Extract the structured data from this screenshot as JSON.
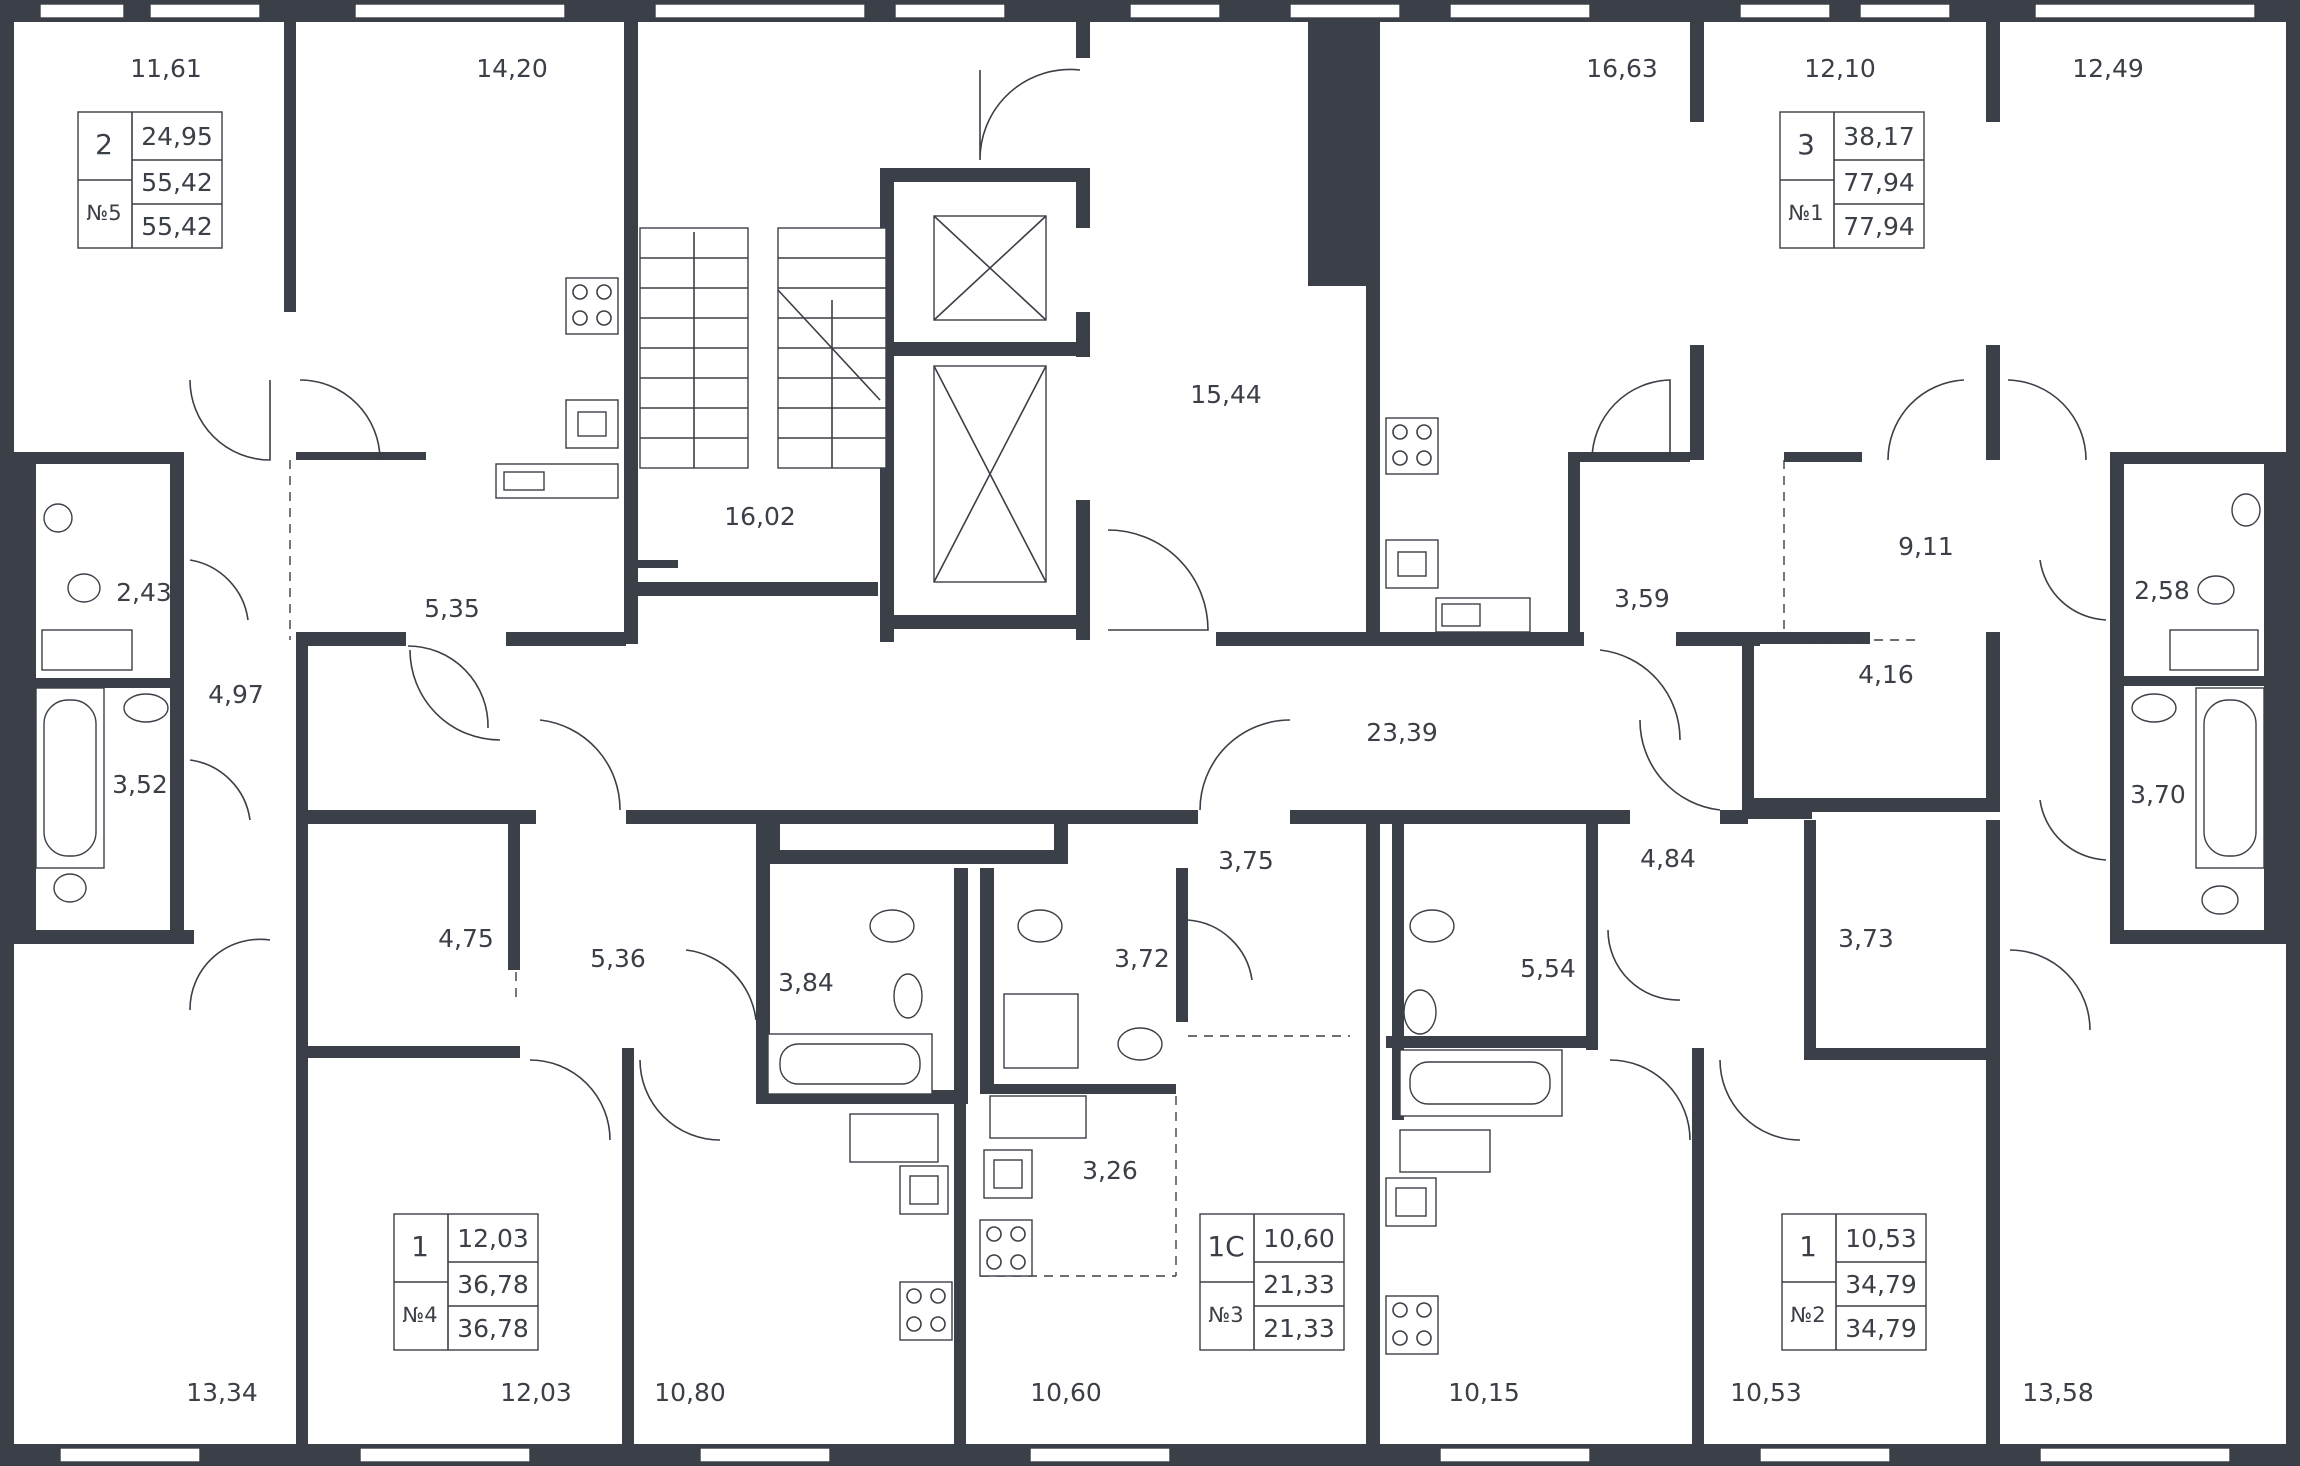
{
  "rooms": [
    {
      "id": "r1",
      "area": "11,61"
    },
    {
      "id": "r2",
      "area": "14,20"
    },
    {
      "id": "r3",
      "area": "16,02"
    },
    {
      "id": "r4",
      "area": "15,44"
    },
    {
      "id": "r5",
      "area": "16,63"
    },
    {
      "id": "r6",
      "area": "12,10"
    },
    {
      "id": "r7",
      "area": "12,49"
    },
    {
      "id": "r8",
      "area": "2,43"
    },
    {
      "id": "r9",
      "area": "5,35"
    },
    {
      "id": "r10",
      "area": "3,59"
    },
    {
      "id": "r11",
      "area": "9,11"
    },
    {
      "id": "r12",
      "area": "2,58"
    },
    {
      "id": "r13",
      "area": "4,97"
    },
    {
      "id": "r14",
      "area": "3,52"
    },
    {
      "id": "r15",
      "area": "23,39"
    },
    {
      "id": "r16",
      "area": "4,16"
    },
    {
      "id": "r17",
      "area": "3,70"
    },
    {
      "id": "r18",
      "area": "4,75"
    },
    {
      "id": "r19",
      "area": "5,36"
    },
    {
      "id": "r20",
      "area": "3,84"
    },
    {
      "id": "r21",
      "area": "3,72"
    },
    {
      "id": "r22",
      "area": "3,75"
    },
    {
      "id": "r23",
      "area": "4,84"
    },
    {
      "id": "r24",
      "area": "5,54"
    },
    {
      "id": "r25",
      "area": "3,73"
    },
    {
      "id": "r26",
      "area": "3,26"
    },
    {
      "id": "r27",
      "area": "13,34"
    },
    {
      "id": "r28",
      "area": "12,03"
    },
    {
      "id": "r29",
      "area": "10,80"
    },
    {
      "id": "r30",
      "area": "10,60"
    },
    {
      "id": "r31",
      "area": "10,15"
    },
    {
      "id": "r32",
      "area": "10,53"
    },
    {
      "id": "r33",
      "area": "13,58"
    }
  ],
  "apartments": [
    {
      "rooms": "2",
      "number": "№5",
      "living": "24,95",
      "total": "55,42",
      "total_alt": "55,42"
    },
    {
      "rooms": "3",
      "number": "№1",
      "living": "38,17",
      "total": "77,94",
      "total_alt": "77,94"
    },
    {
      "rooms": "1",
      "number": "№4",
      "living": "12,03",
      "total": "36,78",
      "total_alt": "36,78"
    },
    {
      "rooms": "1С",
      "number": "№3",
      "living": "10,60",
      "total": "21,33",
      "total_alt": "21,33"
    },
    {
      "rooms": "1",
      "number": "№2",
      "living": "10,53",
      "total": "34,79",
      "total_alt": "34,79"
    }
  ],
  "colors": {
    "wall": "#3b3f47",
    "background": "#ffffff"
  }
}
